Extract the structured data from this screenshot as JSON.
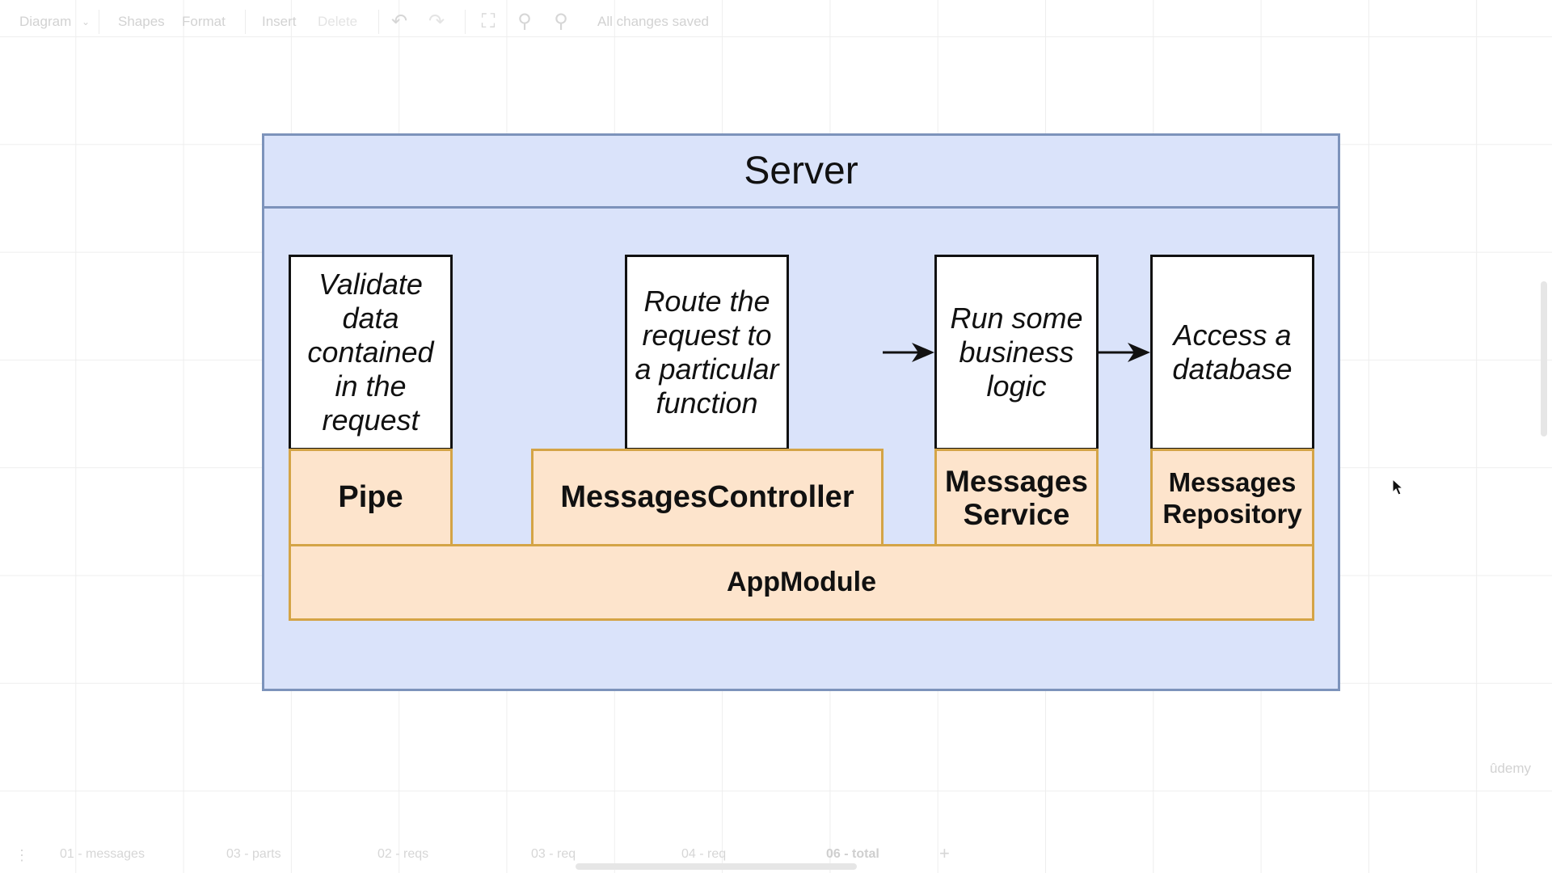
{
  "toolbar": {
    "diagram_menu": "Diagram",
    "shapes": "Shapes",
    "format": "Format",
    "insert": "Insert",
    "delete": "Delete",
    "status": "All changes saved"
  },
  "diagram": {
    "container_title": "Server",
    "descriptions": {
      "pipe": "Validate data contained in the request",
      "controller": "Route the request to a particular function",
      "service": "Run some business logic",
      "repository": "Access a database"
    },
    "components": {
      "pipe": "Pipe",
      "controller": "MessagesController",
      "service": "Messages Service",
      "repository": "Messages Repository",
      "module": "AppModule"
    }
  },
  "tabs": [
    "01 - messages",
    "03 - parts",
    "02 - reqs",
    "03 - req",
    "04 - req",
    "06 - total"
  ],
  "active_tab": "06 - total",
  "watermark": "ûdemy",
  "colors": {
    "container_fill": "#dae3fa",
    "container_border": "#7d93bb",
    "component_fill": "#fde4cc",
    "component_border": "#d4a446"
  }
}
